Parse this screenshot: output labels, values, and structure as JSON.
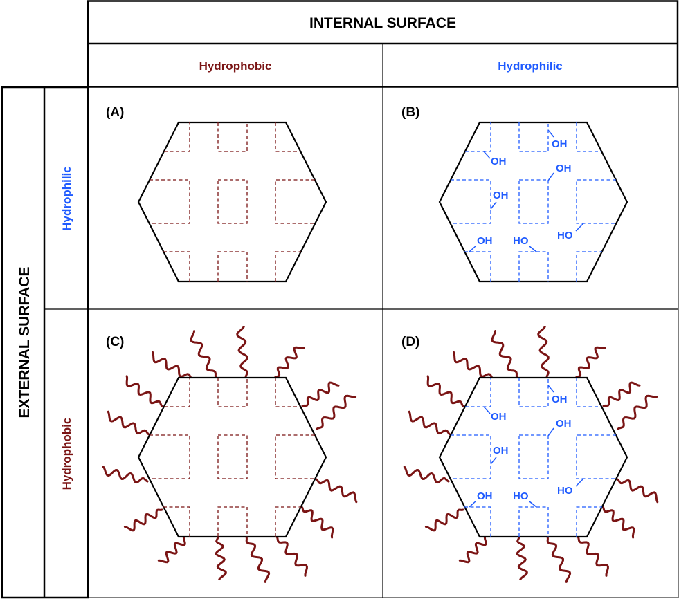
{
  "colors": {
    "hydrophobic": "#7a1414",
    "hydrophilic": "#1f5bff",
    "line": "#000000"
  },
  "header": {
    "internal_surface": "INTERNAL SURFACE",
    "external_surface": "EXTERNAL SURFACE"
  },
  "columns": {
    "hydrophobic": "Hydrophobic",
    "hydrophilic": "Hydrophilic"
  },
  "rows": {
    "hydrophilic": "Hydrophilic",
    "hydrophobic": "Hydrophobic"
  },
  "panels": {
    "a": "(A)",
    "b": "(B)",
    "c": "(C)",
    "d": "(D)"
  },
  "hydroxyl_labels": [
    "OH",
    "OH",
    "OH",
    "OH",
    "HO",
    "OH",
    "HO"
  ]
}
